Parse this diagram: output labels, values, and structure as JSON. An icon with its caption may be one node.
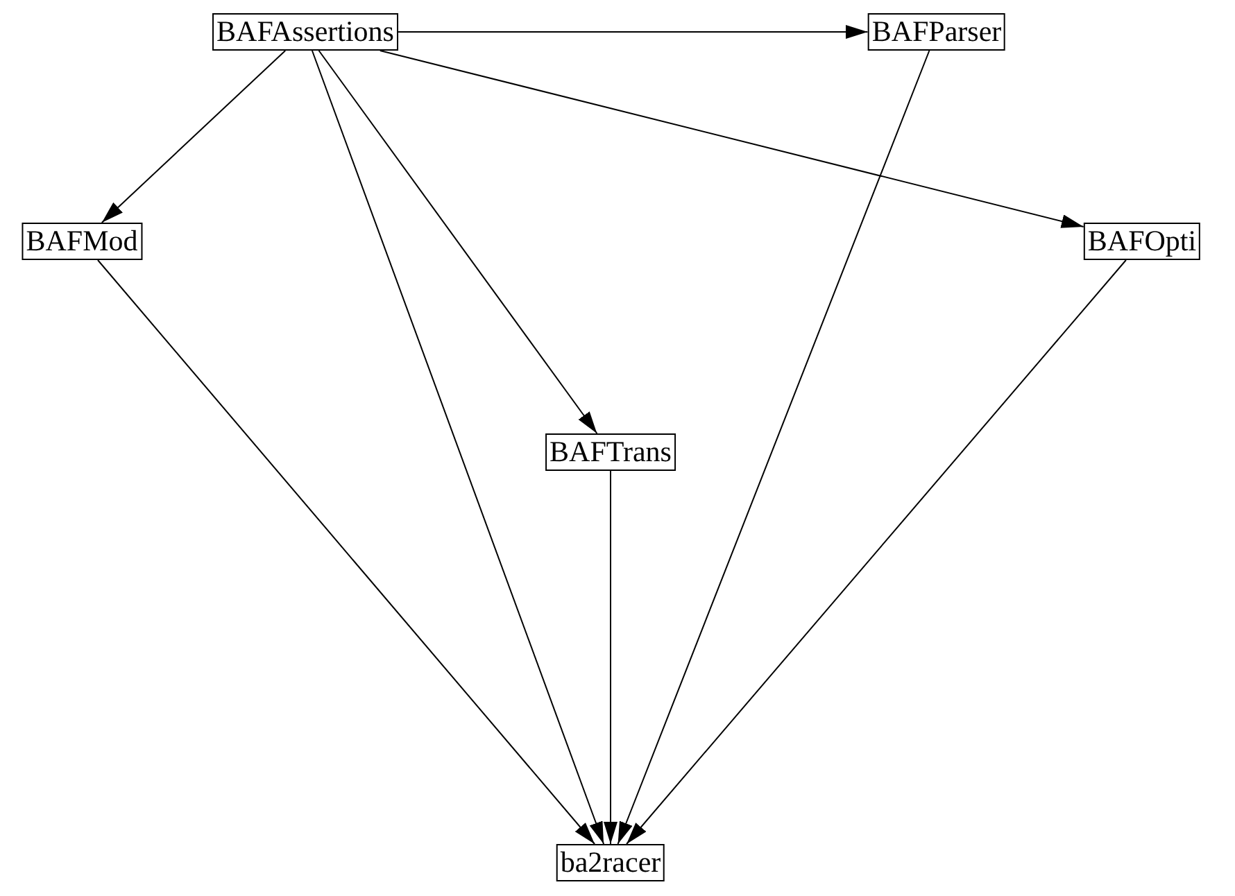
{
  "diagram": {
    "nodes": [
      {
        "text": [
          "BAFAssertions"
        ]
      },
      {
        "text": [
          "BAFParser"
        ]
      },
      {
        "text": [
          "BAFMod"
        ]
      },
      {
        "text": [
          "BAFOpti"
        ]
      },
      {
        "text": [
          "BAFTrans"
        ]
      },
      {
        "text": [
          "ba2racer"
        ]
      }
    ],
    "edges": [
      {
        "from": 0,
        "to": 1,
        "arrow": "to"
      },
      {
        "from": 0,
        "to": 2,
        "arrow": "to"
      },
      {
        "from": 0,
        "to": 5,
        "arrow": "to"
      },
      {
        "from": 0,
        "to": 4,
        "arrow": "to"
      },
      {
        "from": 0,
        "to": 3,
        "arrow": "to"
      },
      {
        "from": 1,
        "to": 5,
        "arrow": "to"
      },
      {
        "from": 2,
        "to": 5,
        "arrow": "to"
      },
      {
        "from": 4,
        "to": 5,
        "arrow": "to"
      },
      {
        "from": 3,
        "to": 5,
        "arrow": "to"
      }
    ]
  }
}
